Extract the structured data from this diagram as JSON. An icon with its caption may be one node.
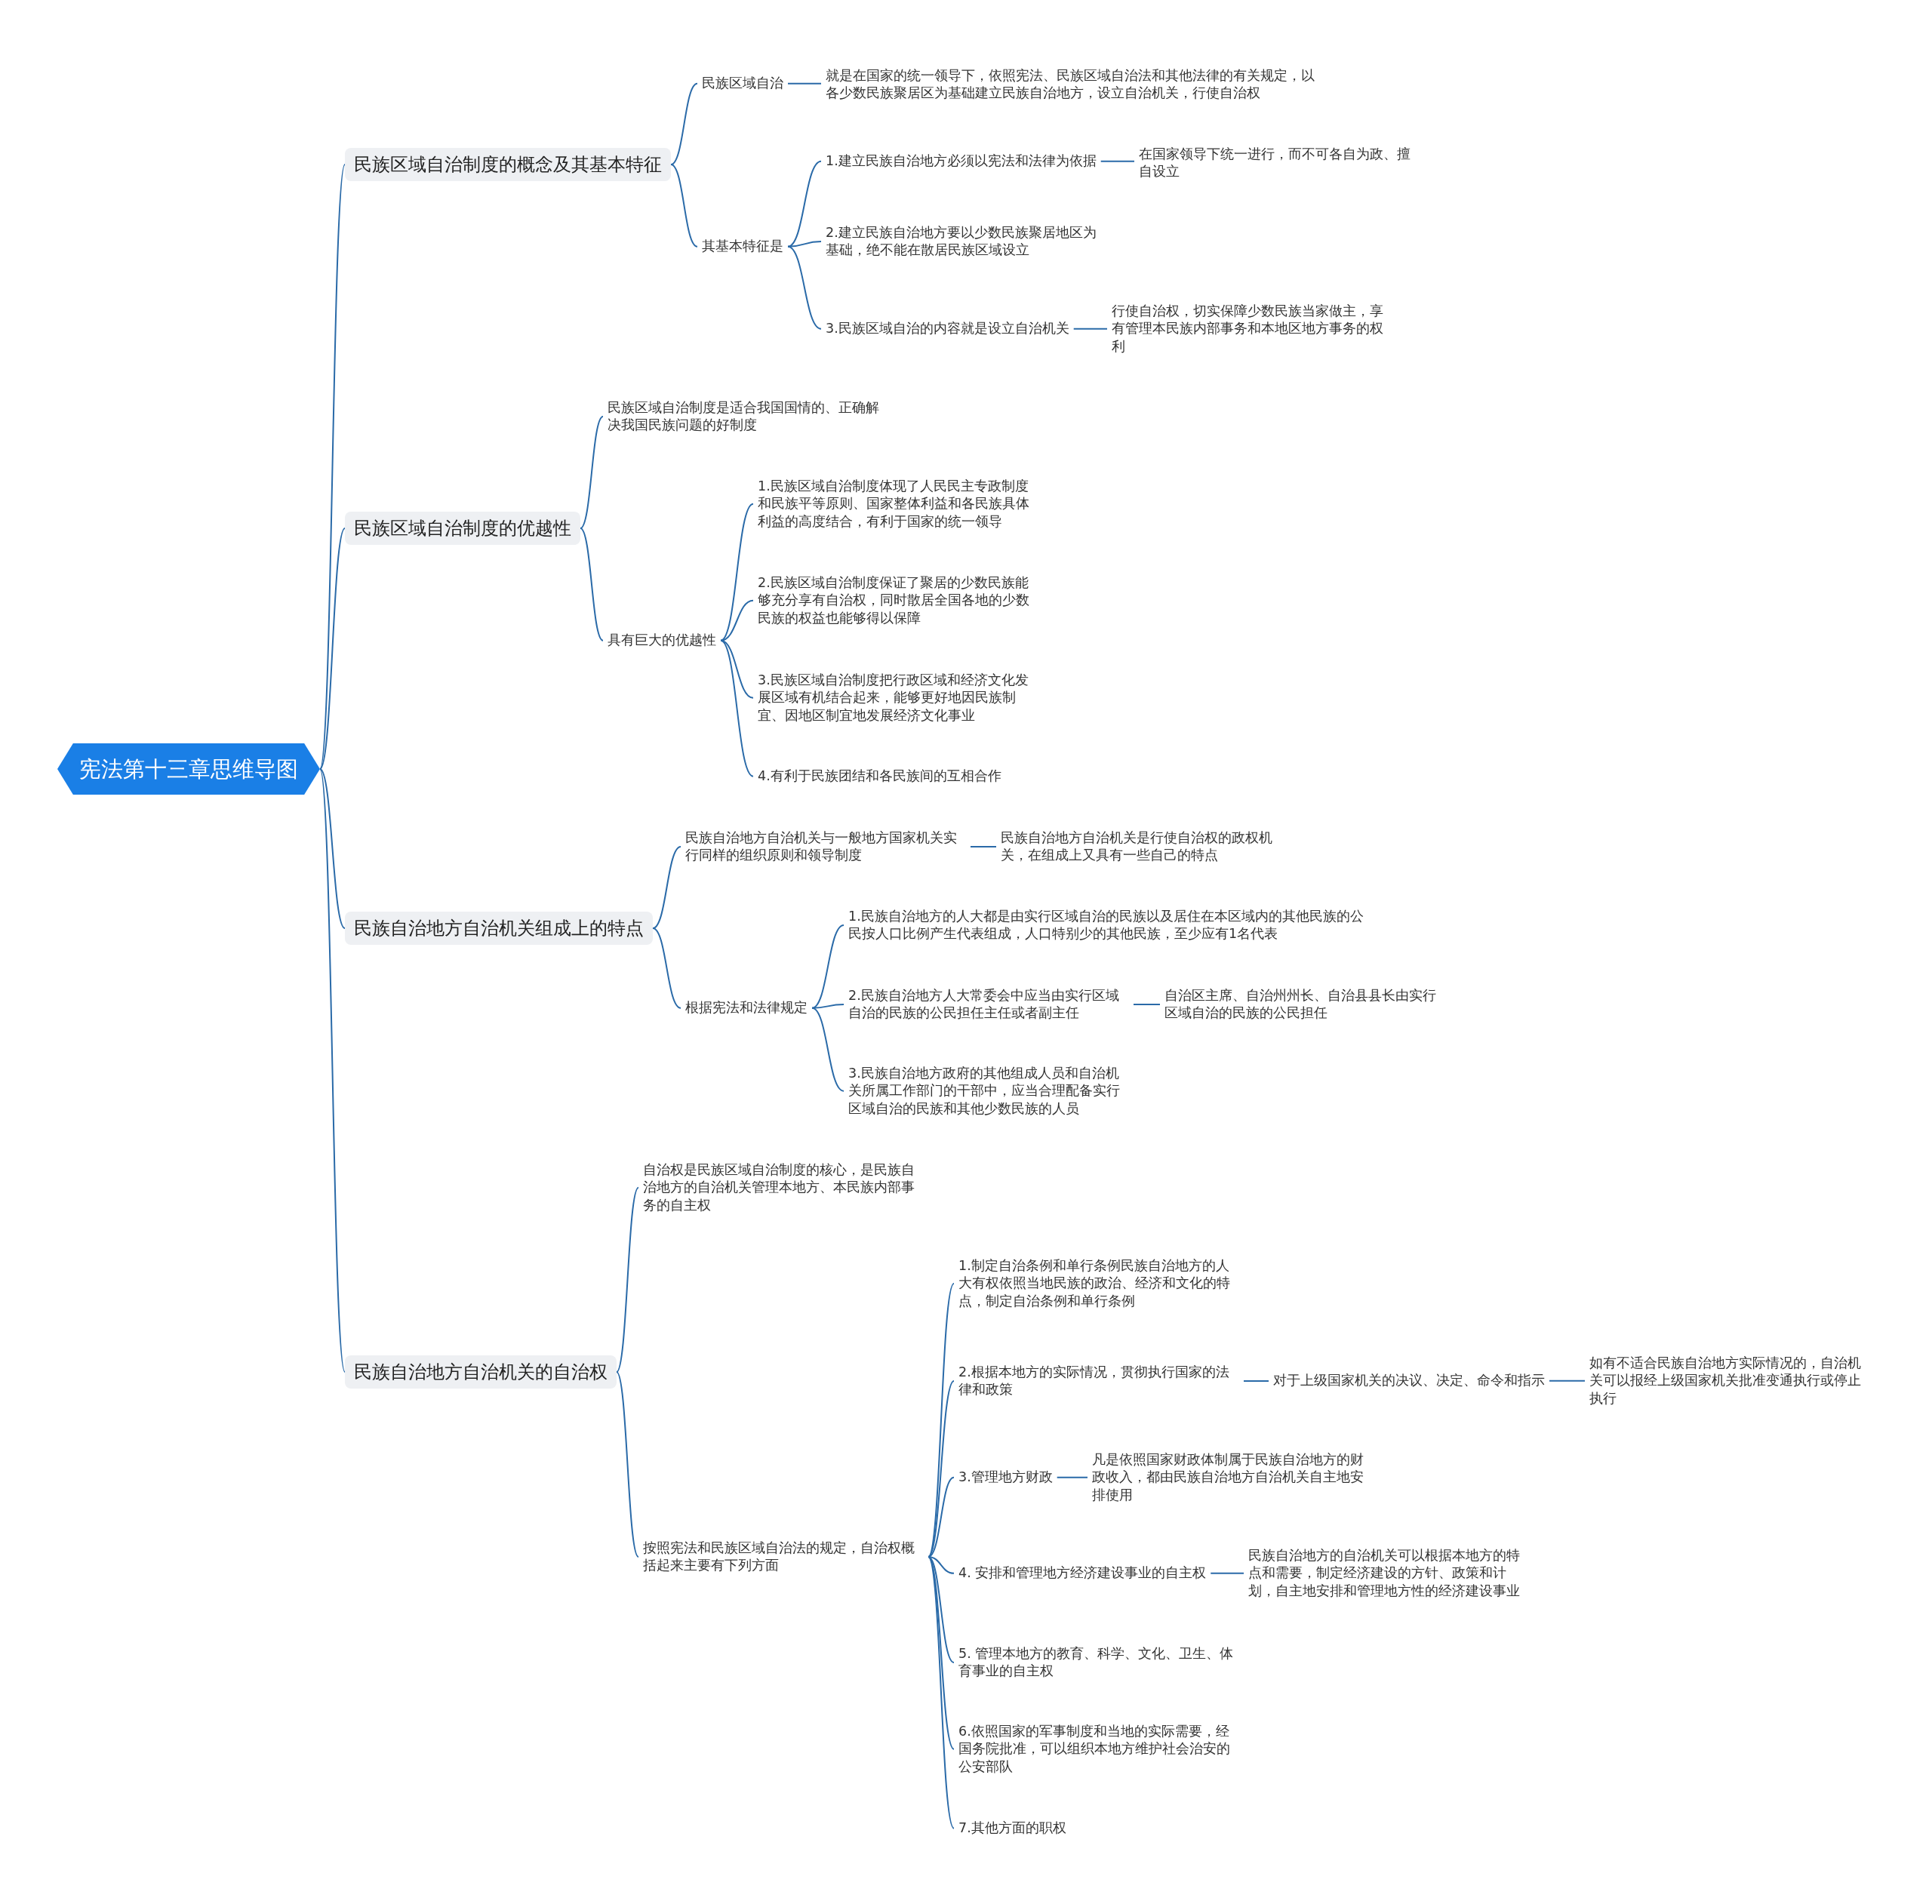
{
  "diagram": {
    "nodes": [
      {
        "text": [
          "宪法第十三章思维导图"
        ]
      },
      {
        "text": [
          "民族区域自治制度的概念及其基本特征"
        ]
      },
      {
        "text": [
          "民族区域自治"
        ]
      },
      {
        "text": [
          "就是在国家的统一领导下，依照宪法、民族区域自治法和其他法律的有关规定，以各少数民族聚居区为基础建立民族自治地方，设立自治机关，行使自治权"
        ]
      },
      {
        "text": [
          "其基本特征是"
        ]
      },
      {
        "text": [
          "1.建立民族自治地方必须以宪法和法律为依据"
        ]
      },
      {
        "text": [
          "在国家领导下统一进行，而不可各自为政、擅自设立"
        ]
      },
      {
        "text": [
          "2.建立民族自治地方要以少数民族聚居地区为基础，绝不能在散居民族区域设立"
        ]
      },
      {
        "text": [
          "3.民族区域自治的内容就是设立自治机关"
        ]
      },
      {
        "text": [
          "行使自治权，切实保障少数民族当家做主，享有管理本民族内部事务和本地区地方事务的权利"
        ]
      },
      {
        "text": [
          "民族区域自治制度的优越性"
        ]
      },
      {
        "text": [
          "民族区域自治制度是适合我国国情的、正确解决我国民族问题的好制度"
        ]
      },
      {
        "text": [
          "具有巨大的优越性"
        ]
      },
      {
        "text": [
          "1.民族区域自治制度体现了人民民主专政制度和民族平等原则、国家整体利益和各民族具体利益的高度结合，有利于国家的统一领导"
        ]
      },
      {
        "text": [
          "2.民族区域自治制度保证了聚居的少数民族能够充分享有自治权，同时散居全国各地的少数民族的权益也能够得以保障"
        ]
      },
      {
        "text": [
          "3.民族区域自治制度把行政区域和经济文化发展区域有机结合起来，能够更好地因民族制宜、因地区制宜地发展经济文化事业"
        ]
      },
      {
        "text": [
          "4.有利于民族团结和各民族间的互相合作"
        ]
      },
      {
        "text": [
          "民族自治地方自治机关组成上的特点"
        ]
      },
      {
        "text": [
          "民族自治地方自治机关与一般地方国家机关实行同样的组织原则和领导制度"
        ]
      },
      {
        "text": [
          "民族自治地方自治机关是行使自治权的政权机关，在组成上又具有一些自己的特点"
        ]
      },
      {
        "text": [
          "根据宪法和法律规定"
        ]
      },
      {
        "text": [
          "1.民族自治地方的人大都是由实行区域自治的民族以及居住在本区域内的其他民族的公民按人口比例产生代表组成，人口特别少的其他民族，至少应有1名代表"
        ]
      },
      {
        "text": [
          "2.民族自治地方人大常委会中应当由实行区域自治的民族的公民担任主任或者副主任"
        ]
      },
      {
        "text": [
          "自治区主席、自治州州长、自治县县长由实行区域自治的民族的公民担任"
        ]
      },
      {
        "text": [
          "3.民族自治地方政府的其他组成人员和自治机关所属工作部门的干部中，应当合理配备实行区域自治的民族和其他少数民族的人员"
        ]
      },
      {
        "text": [
          "民族自治地方自治机关的自治权"
        ]
      },
      {
        "text": [
          "自治权是民族区域自治制度的核心，是民族自治地方的自治机关管理本地方、本民族内部事务的自主权"
        ]
      },
      {
        "text": [
          "按照宪法和民族区域自治法的规定，自治权概括起来主要有下列方面"
        ]
      },
      {
        "text": [
          "1.制定自治条例和单行条例民族自治地方的人大有权依照当地民族的政治、经济和文化的特点，制定自治条例和单行条例"
        ]
      },
      {
        "text": [
          "2.根据本地方的实际情况，贯彻执行国家的法律和政策"
        ]
      },
      {
        "text": [
          "对于上级国家机关的决议、决定、命令和指示"
        ]
      },
      {
        "text": [
          "如有不适合民族自治地方实际情况的，自治机关可以报经上级国家机关批准变通执行或停止执行"
        ]
      },
      {
        "text": [
          "3.管理地方财政"
        ]
      },
      {
        "text": [
          "凡是依照国家财政体制属于民族自治地方的财政收入，都由民族自治地方自治机关自主地安排使用"
        ]
      },
      {
        "text": [
          "4. 安排和管理地方经济建设事业的自主权"
        ]
      },
      {
        "text": [
          "民族自治地方的自治机关可以根据本地方的特点和需要，制定经济建设的方针、政策和计划，自主地安排和管理地方性的经济建设事业"
        ]
      },
      {
        "text": [
          "5. 管理本地方的教育、科学、文化、卫生、体育事业的自主权"
        ]
      },
      {
        "text": [
          "6.依照国家的军事制度和当地的实际需要，经国务院批准，可以组织本地方维护社会治安的公安部队"
        ]
      },
      {
        "text": [
          "7.其他方面的职权"
        ]
      }
    ],
    "edges": [
      {
        "from": 0,
        "to": 1,
        "arrow": "none"
      },
      {
        "from": 1,
        "to": 2,
        "arrow": "none"
      },
      {
        "from": 2,
        "to": 3,
        "arrow": "none"
      },
      {
        "from": 1,
        "to": 4,
        "arrow": "none"
      },
      {
        "from": 4,
        "to": 5,
        "arrow": "none"
      },
      {
        "from": 5,
        "to": 6,
        "arrow": "none"
      },
      {
        "from": 4,
        "to": 7,
        "arrow": "none"
      },
      {
        "from": 4,
        "to": 8,
        "arrow": "none"
      },
      {
        "from": 8,
        "to": 9,
        "arrow": "none"
      },
      {
        "from": 0,
        "to": 10,
        "arrow": "none"
      },
      {
        "from": 10,
        "to": 11,
        "arrow": "none"
      },
      {
        "from": 10,
        "to": 12,
        "arrow": "none"
      },
      {
        "from": 12,
        "to": 13,
        "arrow": "none"
      },
      {
        "from": 12,
        "to": 14,
        "arrow": "none"
      },
      {
        "from": 12,
        "to": 15,
        "arrow": "none"
      },
      {
        "from": 12,
        "to": 16,
        "arrow": "none"
      },
      {
        "from": 0,
        "to": 17,
        "arrow": "none"
      },
      {
        "from": 17,
        "to": 18,
        "arrow": "none"
      },
      {
        "from": 18,
        "to": 19,
        "arrow": "none"
      },
      {
        "from": 17,
        "to": 20,
        "arrow": "none"
      },
      {
        "from": 20,
        "to": 21,
        "arrow": "none"
      },
      {
        "from": 20,
        "to": 22,
        "arrow": "none"
      },
      {
        "from": 22,
        "to": 23,
        "arrow": "none"
      },
      {
        "from": 20,
        "to": 24,
        "arrow": "none"
      },
      {
        "from": 0,
        "to": 25,
        "arrow": "none"
      },
      {
        "from": 25,
        "to": 26,
        "arrow": "none"
      },
      {
        "from": 25,
        "to": 27,
        "arrow": "none"
      },
      {
        "from": 27,
        "to": 28,
        "arrow": "none"
      },
      {
        "from": 27,
        "to": 29,
        "arrow": "none"
      },
      {
        "from": 29,
        "to": 30,
        "arrow": "none"
      },
      {
        "from": 30,
        "to": 31,
        "arrow": "none"
      },
      {
        "from": 27,
        "to": 32,
        "arrow": "none"
      },
      {
        "from": 32,
        "to": 33,
        "arrow": "none"
      },
      {
        "from": 27,
        "to": 34,
        "arrow": "none"
      },
      {
        "from": 34,
        "to": 35,
        "arrow": "none"
      },
      {
        "from": 27,
        "to": 36,
        "arrow": "none"
      },
      {
        "from": 27,
        "to": 37,
        "arrow": "none"
      },
      {
        "from": 27,
        "to": 38,
        "arrow": "none"
      }
    ]
  }
}
